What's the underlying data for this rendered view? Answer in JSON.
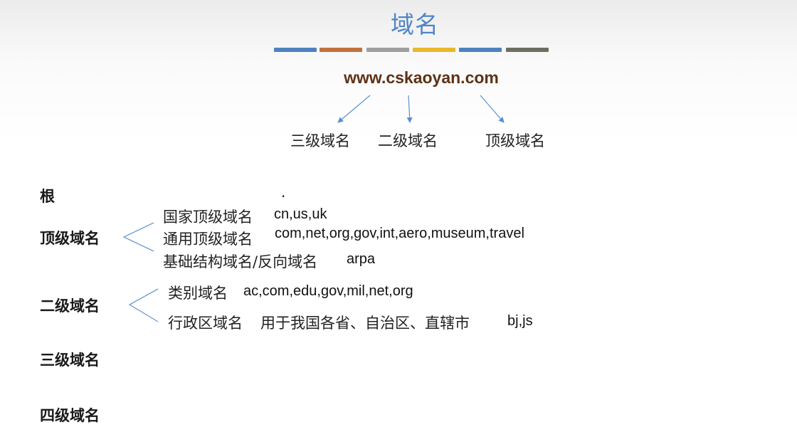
{
  "slide": {
    "title": "域名",
    "example_domain": "www.cskaoyan.com",
    "example_parts": [
      "三级域名",
      "二级域名",
      "顶级域名"
    ],
    "stripe_colors": [
      "#4f81bd",
      "#c0713e",
      "#9e9e9e",
      "#e8b92a",
      "#4f81bd",
      "#6b6f62"
    ]
  },
  "hierarchy": {
    "root_label": "根",
    "root_value": ".",
    "top_level": {
      "label": "顶级域名",
      "items": [
        {
          "category": "国家顶级域名",
          "examples": "cn,us,uk"
        },
        {
          "category": "通用顶级域名",
          "examples": "com,net,org,gov,int,aero,museum,travel"
        },
        {
          "category": "基础结构域名/反向域名",
          "examples": "arpa"
        }
      ]
    },
    "second_level": {
      "label": "二级域名",
      "items": [
        {
          "category": "类别域名",
          "examples": "ac,com,edu,gov,mil,net,org"
        },
        {
          "category": "行政区域名",
          "note": "用于我国各省、自治区、直辖市",
          "examples": "bj,js"
        }
      ]
    },
    "third_level_label": "三级域名",
    "fourth_level_label": "四级域名"
  }
}
